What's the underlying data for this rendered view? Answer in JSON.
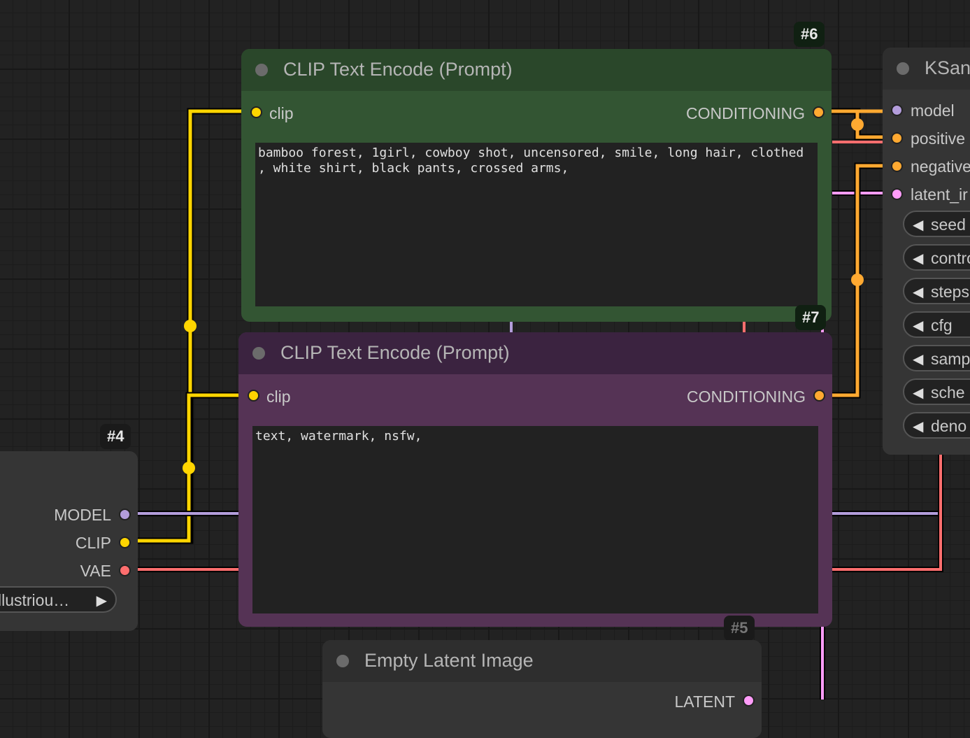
{
  "canvas": {
    "background": "#222222",
    "wire_colors": {
      "clip": "#FFD500",
      "conditioning": "#FFA931",
      "model": "#B39DDB",
      "vae": "#FF6E6E",
      "latent": "#FF9CF9"
    }
  },
  "nodes": {
    "positive_prompt": {
      "id_badge": "#6",
      "title": "CLIP Text Encode (Prompt)",
      "input_label": "clip",
      "output_label": "CONDITIONING",
      "text": "bamboo forest, 1girl, cowboy shot, uncensored, smile, long hair, clothed , white shirt, black pants, crossed arms,",
      "color": "#335533"
    },
    "negative_prompt": {
      "id_badge": "#7",
      "title": "CLIP Text Encode (Prompt)",
      "input_label": "clip",
      "output_label": "CONDITIONING",
      "text": "text, watermark, nsfw,",
      "color": "#553355"
    },
    "ksampler": {
      "title": "KSan",
      "inputs": [
        "model",
        "positive",
        "negative",
        "latent_ir"
      ],
      "widgets": [
        "seed",
        "contro",
        "steps",
        "cfg",
        "samp",
        "sche",
        "deno"
      ]
    },
    "checkpoint_loader": {
      "id_badge": "#4",
      "outputs": [
        "MODEL",
        "CLIP",
        "VAE"
      ],
      "ckpt_value": "llustriou…"
    },
    "empty_latent": {
      "id_badge": "#5",
      "title": "Empty Latent Image",
      "output_label": "LATENT"
    }
  }
}
